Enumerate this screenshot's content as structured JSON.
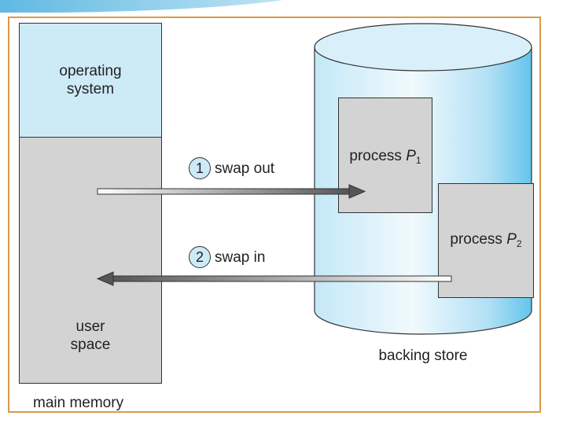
{
  "memory": {
    "os_label_line1": "operating",
    "os_label_line2": "system",
    "user_label_line1": "user",
    "user_label_line2": "space",
    "caption": "main memory"
  },
  "backing_store": {
    "caption": "backing store",
    "process1": {
      "prefix": "process ",
      "name": "P",
      "subscript": "1"
    },
    "process2": {
      "prefix": "process ",
      "name": "P",
      "subscript": "2"
    }
  },
  "swaps": {
    "out": {
      "step": "1",
      "label": "swap out"
    },
    "in": {
      "step": "2",
      "label": "swap in"
    }
  },
  "colors": {
    "frame_border": "#d99a4a",
    "os_fill": "#cdeaf7",
    "user_fill": "#d3d3d3",
    "cylinder_fill": "#bfe6f7"
  }
}
